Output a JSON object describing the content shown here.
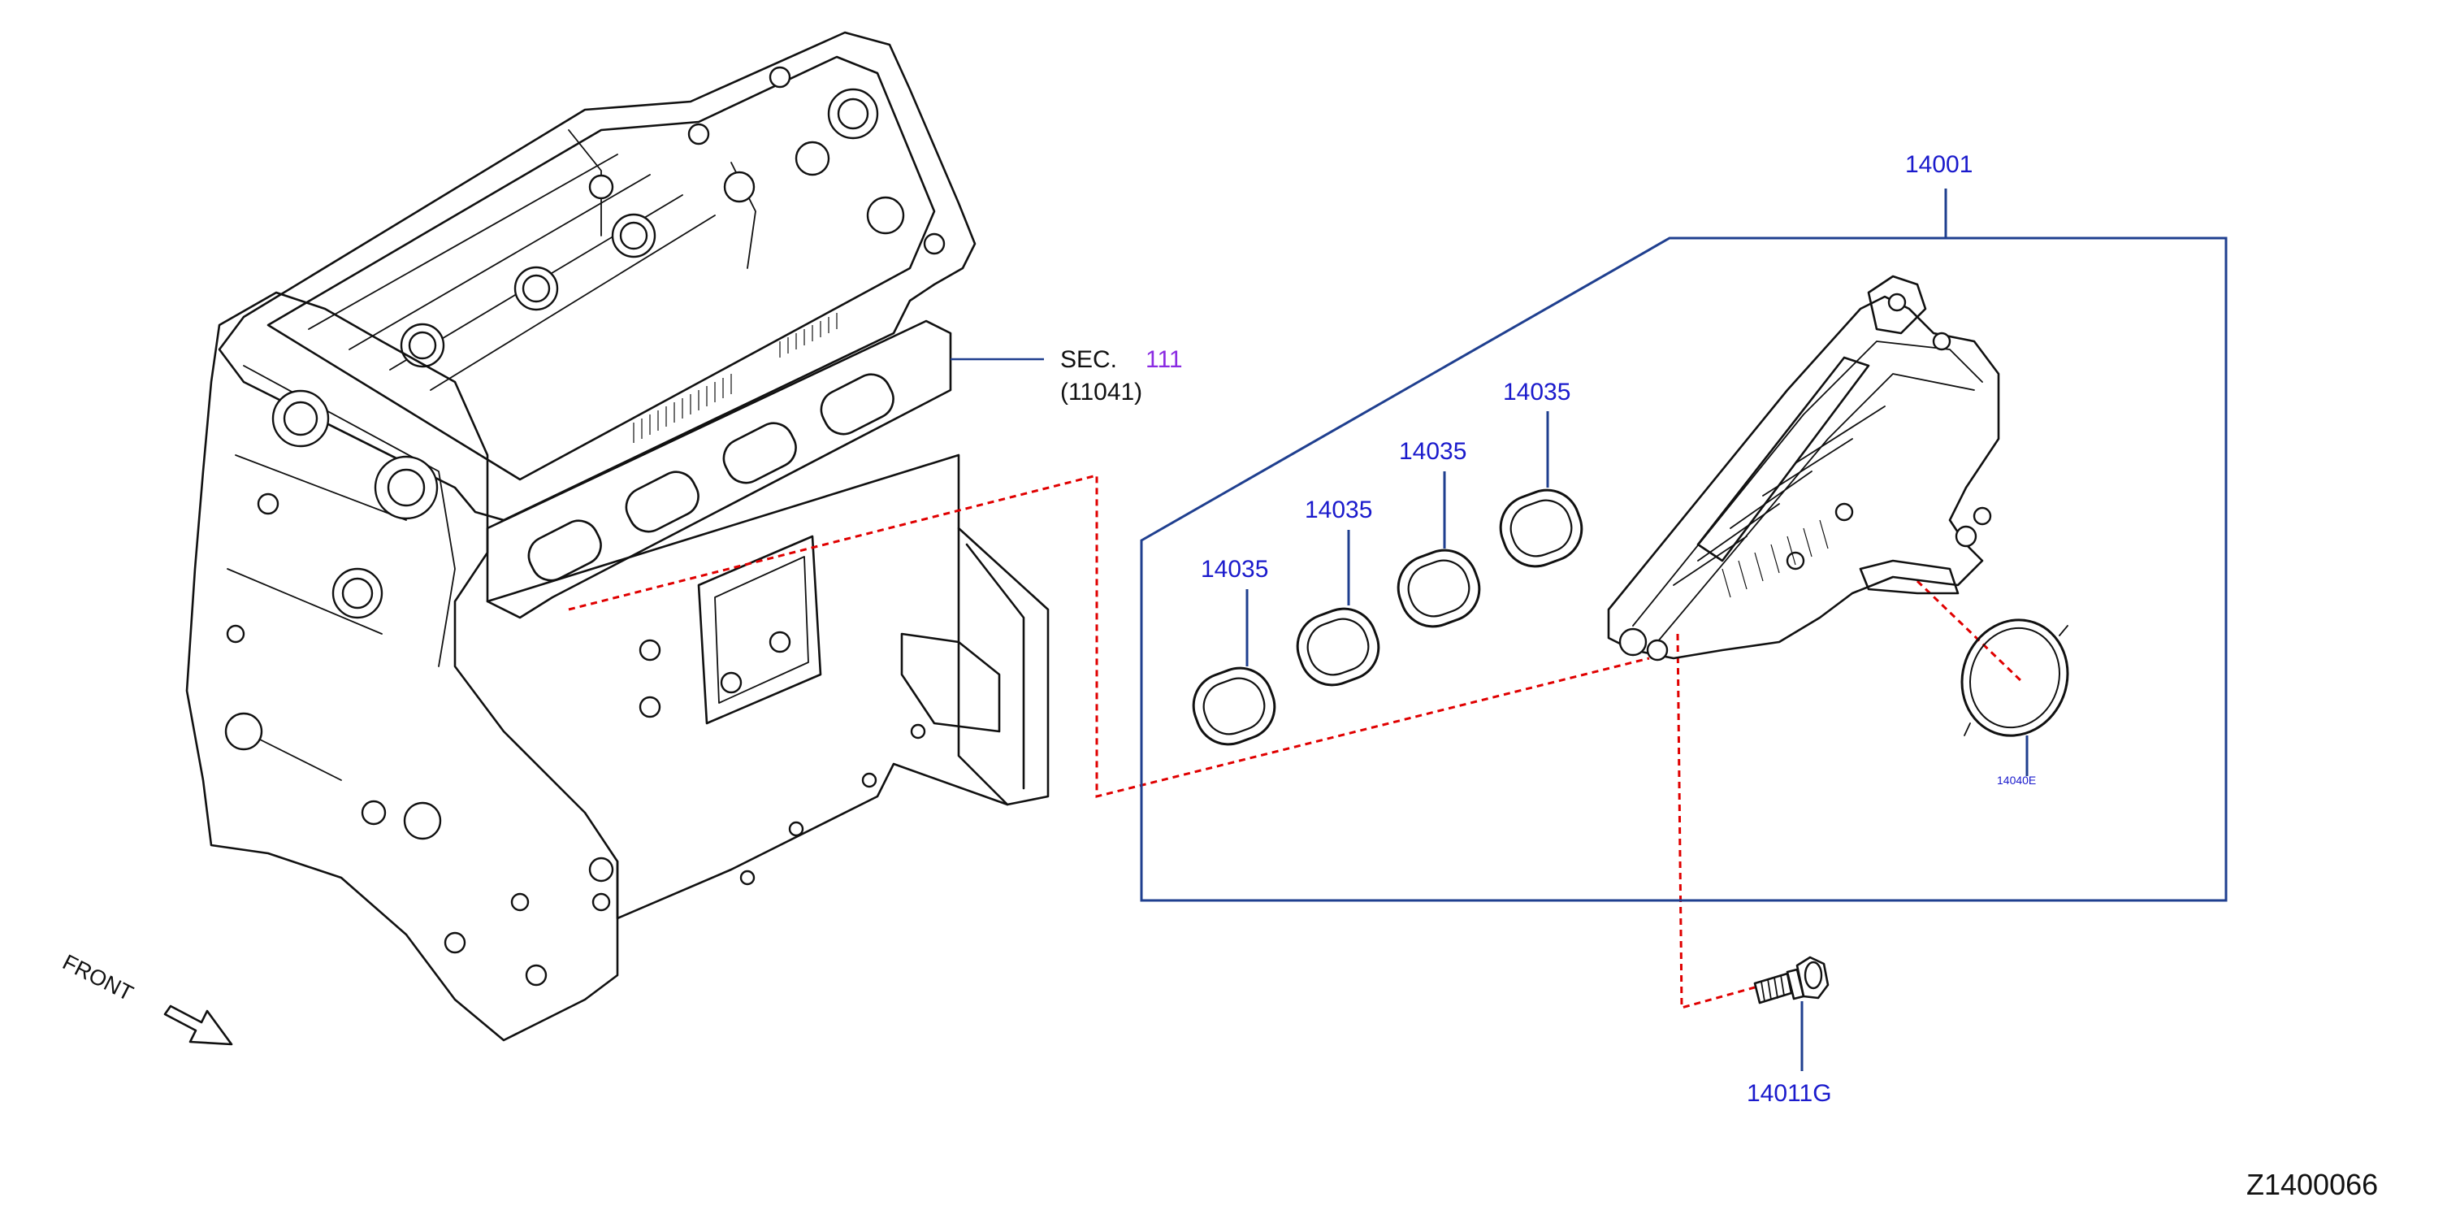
{
  "labels": {
    "sec_prefix": "SEC.",
    "sec_number": "111",
    "sec_ref": "(11041)",
    "manifold_assembly": "14001",
    "gasket_1": "14035",
    "gasket_2": "14035",
    "gasket_3": "14035",
    "gasket_4": "14035",
    "oring_gasket": "14040E",
    "bolt": "14011G",
    "front_marker": "FRONT",
    "diagram_id": "Z1400066"
  },
  "colors": {
    "part_number": "#1a1acc",
    "section_link": "#8a2be2",
    "bracket": "#1f3f8f",
    "leader": "#1f3f8f",
    "dashed_ref": "#e00000",
    "outline": "#111111"
  },
  "icons": {
    "front_arrow": "front-arrow-icon"
  }
}
